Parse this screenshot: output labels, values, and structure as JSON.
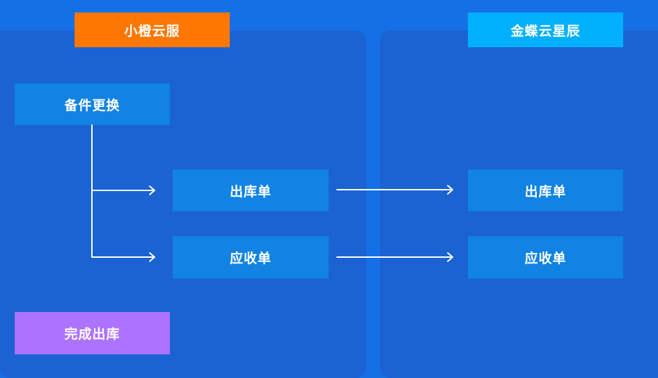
{
  "lanes": {
    "left": {
      "header": "小橙云服",
      "header_color": "#fe7702"
    },
    "right": {
      "header": "金蝶云星辰",
      "header_color": "#00b0fd"
    }
  },
  "nodes": {
    "spare_part_replace": "备件更换",
    "left_outbound": "出库单",
    "left_receivable": "应收单",
    "right_outbound": "出库单",
    "right_receivable": "应收单",
    "complete_outbound": "完成出库"
  },
  "colors": {
    "background": "#1570e6",
    "lane": "#1b62d2",
    "node": "#1183e2",
    "complete_node": "#ad72ff",
    "connector": "#ffffff"
  }
}
